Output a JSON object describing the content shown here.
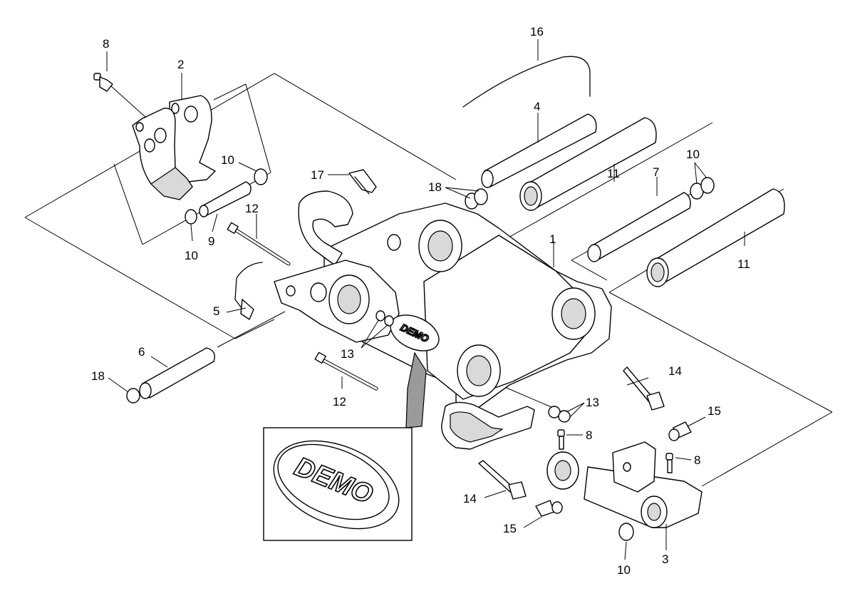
{
  "logo": {
    "text": "DEMO"
  },
  "callouts": [
    {
      "id": "c1",
      "label": "1"
    },
    {
      "id": "c2",
      "label": "2"
    },
    {
      "id": "c3",
      "label": "3"
    },
    {
      "id": "c4",
      "label": "4"
    },
    {
      "id": "c5",
      "label": "5"
    },
    {
      "id": "c6",
      "label": "6"
    },
    {
      "id": "c7",
      "label": "7"
    },
    {
      "id": "c8a",
      "label": "8"
    },
    {
      "id": "c8b",
      "label": "8"
    },
    {
      "id": "c8c",
      "label": "8"
    },
    {
      "id": "c9",
      "label": "9"
    },
    {
      "id": "c10a",
      "label": "10"
    },
    {
      "id": "c10b",
      "label": "10"
    },
    {
      "id": "c10c",
      "label": "10"
    },
    {
      "id": "c10d",
      "label": "10"
    },
    {
      "id": "c11a",
      "label": "11"
    },
    {
      "id": "c11b",
      "label": "11"
    },
    {
      "id": "c12a",
      "label": "12"
    },
    {
      "id": "c12b",
      "label": "12"
    },
    {
      "id": "c13a",
      "label": "13"
    },
    {
      "id": "c13b",
      "label": "13"
    },
    {
      "id": "c14a",
      "label": "14"
    },
    {
      "id": "c14b",
      "label": "14"
    },
    {
      "id": "c15a",
      "label": "15"
    },
    {
      "id": "c15b",
      "label": "15"
    },
    {
      "id": "c16",
      "label": "16"
    },
    {
      "id": "c17",
      "label": "17"
    },
    {
      "id": "c18a",
      "label": "18"
    },
    {
      "id": "c18b",
      "label": "18"
    }
  ]
}
